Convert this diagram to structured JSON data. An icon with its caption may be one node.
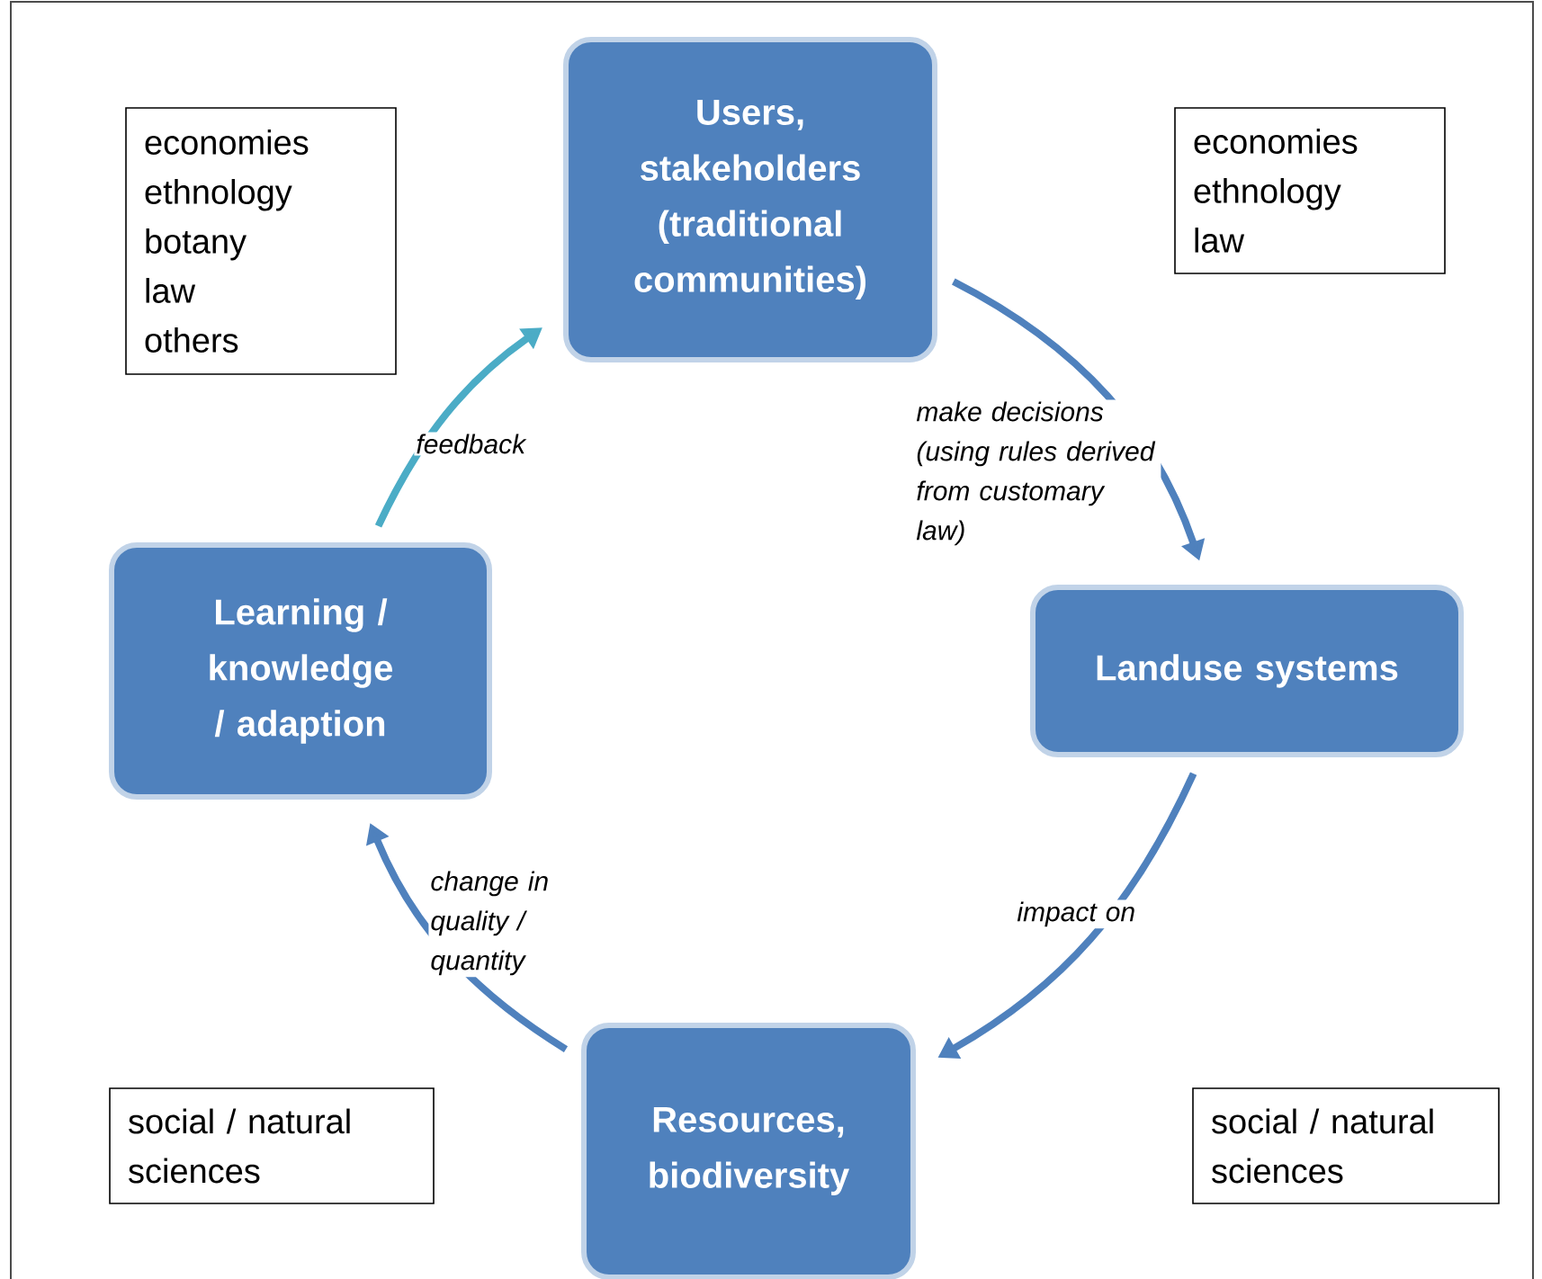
{
  "diagram": {
    "nodes": [
      {
        "text": [
          "Users, stakeholders (traditional communities)"
        ]
      },
      {
        "text": [
          "Landuse systems"
        ]
      },
      {
        "text": [
          "Resources, biodiversity"
        ]
      },
      {
        "text": [
          "Learning / knowledge / adaption"
        ]
      },
      {
        "text": [
          "economies",
          "ethnology",
          "botany",
          "law",
          "others"
        ]
      },
      {
        "text": [
          "economies",
          "ethnology",
          "law"
        ]
      },
      {
        "text": [
          "social / natural sciences"
        ]
      },
      {
        "text": [
          "social / natural sciences"
        ]
      }
    ],
    "edges": [
      {
        "from": 0,
        "to": 1,
        "arrow": "to",
        "label": "make decisions (using rules derived from customary law)"
      },
      {
        "from": 1,
        "to": 2,
        "arrow": "to",
        "label": "impact on"
      },
      {
        "from": 2,
        "to": 3,
        "arrow": "to",
        "label": "change in quality / quantity"
      },
      {
        "from": 3,
        "to": 0,
        "arrow": "to",
        "label": "feedback",
        "color": "#4bacc6"
      }
    ]
  }
}
